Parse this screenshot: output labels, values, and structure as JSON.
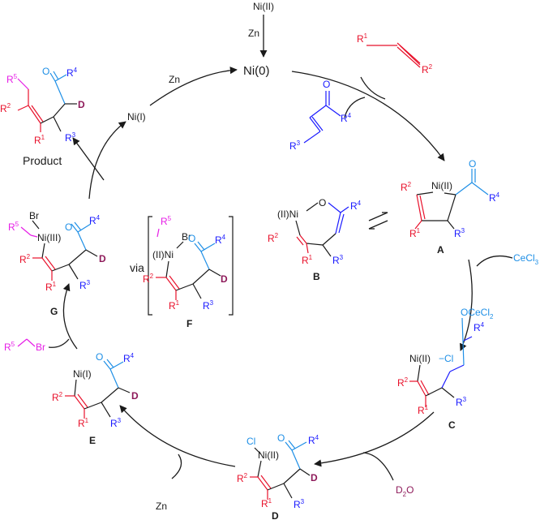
{
  "catalyst": {
    "ni_ii_top": "Ni(II)",
    "zn_top": "Zn",
    "ni0": "Ni(0)",
    "ni_i": "Ni(I)",
    "zn_left": "Zn",
    "zn_bottom": "Zn"
  },
  "reagents": {
    "alkyne_r1": "R1",
    "alkyne_r2": "R2",
    "enone_o": "O",
    "enone_r4": "R4",
    "enone_r3": "R3",
    "cecl3": "CeCl3",
    "d2o": "D2O",
    "alkyl_r5": "R5",
    "alkyl_br": "Br"
  },
  "labels": {
    "product": "Product",
    "via": "via",
    "A": "A",
    "B": "B",
    "C": "C",
    "D": "D",
    "E": "E",
    "F": "F",
    "G": "G"
  },
  "atoms": {
    "ni_ii": "Ni(II)",
    "ni_ii_prefix": "(II)Ni",
    "ni_iii": "Ni(III)",
    "ni_i": "Ni(I)",
    "cl": "Cl",
    "ni_ii_cl": "Ni(II)−Cl",
    "ocecl2": "OCeCl2",
    "o": "O",
    "d": "D",
    "br": "Br"
  },
  "colors": {
    "black": "#1a1a1a",
    "red": "#e8102a",
    "blue": "#1a1aff",
    "light_blue": "#1e8fe6",
    "magenta": "#e61ee6",
    "purple": "#8e1a5a"
  }
}
